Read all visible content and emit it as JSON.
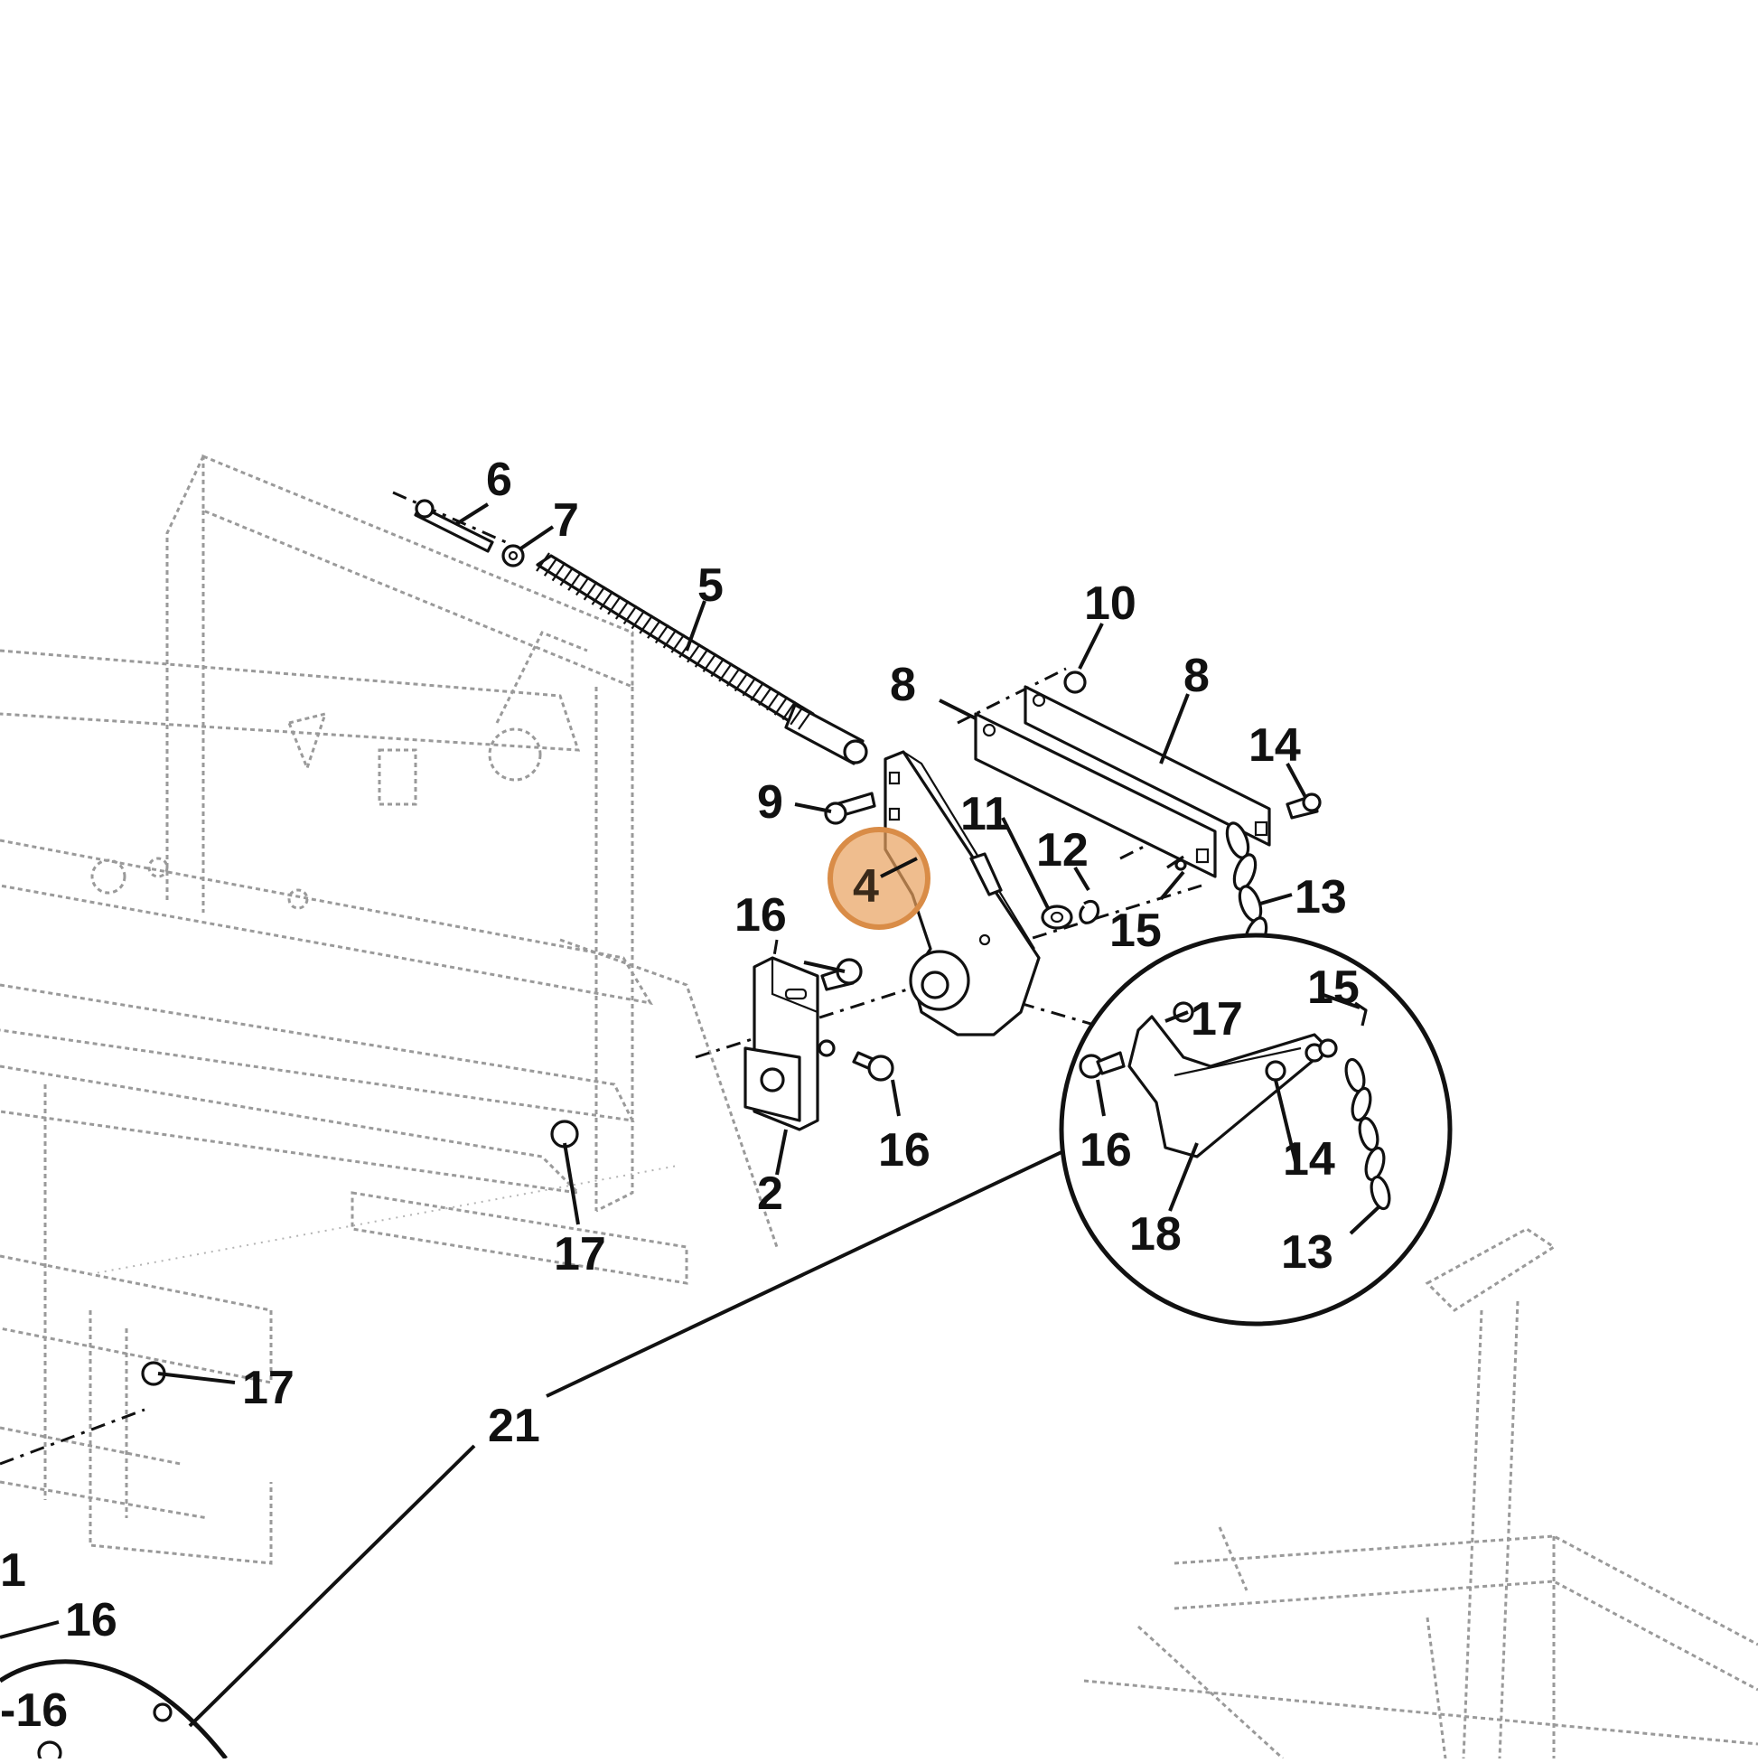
{
  "diagram": {
    "highlight_color": "#e8a15e",
    "highlight_stroke": "#d98c47",
    "highlighted_callout": "4",
    "callouts": {
      "c1": "1",
      "c2": "2",
      "c4": "4",
      "c5": "5",
      "c6": "6",
      "c7": "7",
      "c8a": "8",
      "c8b": "8",
      "c9": "9",
      "c10": "10",
      "c11": "11",
      "c12": "12",
      "c13a": "13",
      "c13b": "13",
      "c14a": "14",
      "c14b": "14",
      "c15a": "15",
      "c15b": "15",
      "c16a": "16",
      "c16b": "16",
      "c16c": "16",
      "c16d": "16",
      "c16e": "-16",
      "c17a": "17",
      "c17b": "17",
      "c17c": "17",
      "c18": "18",
      "c21": "21"
    }
  }
}
